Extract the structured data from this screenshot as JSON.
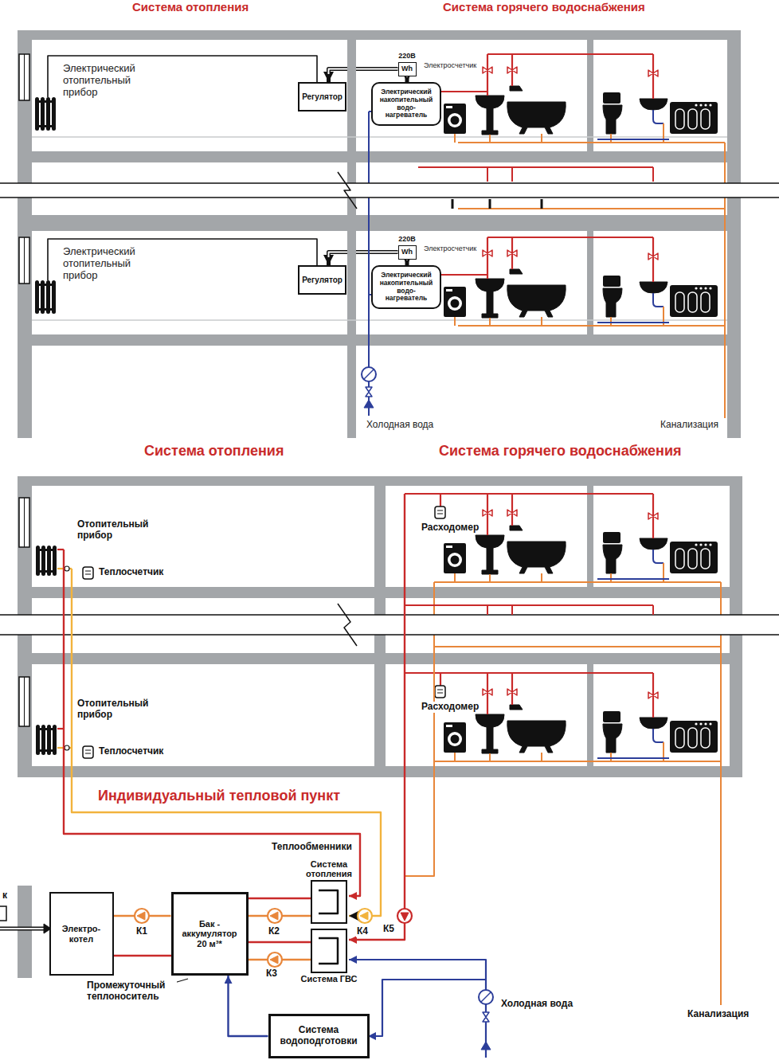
{
  "diagram": {
    "nodes": [
      {
        "text": [
          "Регулятор"
        ]
      },
      {
        "text": [
          "220В",
          "Wh"
        ]
      },
      {
        "text": [
          "Электрический накопительный водо- нагреватель"
        ]
      },
      {
        "text": [
          "Регулятор"
        ]
      },
      {
        "text": [
          "220В",
          "Wh"
        ]
      },
      {
        "text": [
          "Электрический накопительный водо- нагреватель"
        ]
      },
      {
        "text": [
          "Электро- котел"
        ]
      },
      {
        "text": [
          "Бак - аккумулятор 20 м³*"
        ]
      },
      {
        "text": [
          "Система отопления"
        ]
      },
      {
        "text": [
          "Система ГВС"
        ]
      },
      {
        "text": [
          "Система водоподготовки"
        ]
      }
    ],
    "edges": [
      {
        "from": 1,
        "to": 0,
        "arrow": "to"
      },
      {
        "from": 1,
        "to": 2,
        "arrow": "to"
      },
      {
        "from": 4,
        "to": 3,
        "arrow": "to"
      },
      {
        "from": 4,
        "to": 5,
        "arrow": "to"
      },
      {
        "from": 6,
        "to": 7,
        "arrow": "none"
      },
      {
        "from": 7,
        "to": 8,
        "arrow": "none"
      },
      {
        "from": 7,
        "to": 9,
        "arrow": "none"
      },
      {
        "from": 10,
        "to": 7,
        "arrow": "to"
      }
    ],
    "labels": [
      "Система отопления",
      "Система горячего водоснабжения",
      "Электрический отопительный прибор",
      "Электросчетчик",
      "Электрический отопительный прибор",
      "Электросчетчик",
      "Холодная вода",
      "Канализация",
      "Система отопления",
      "Система горячего водоснабжения",
      "Отопительный прибор",
      "Теплосчетчик",
      "Расходомер",
      "Отопительный прибор",
      "Теплосчетчик",
      "Расходомер",
      "Индивидуальный тепловой пункт",
      "Теплообменники",
      "к",
      "К1",
      "К2",
      "К3",
      "К4",
      "К5",
      "Промежуточный теплоноситель",
      "Холодная вода",
      "Канализация"
    ]
  }
}
